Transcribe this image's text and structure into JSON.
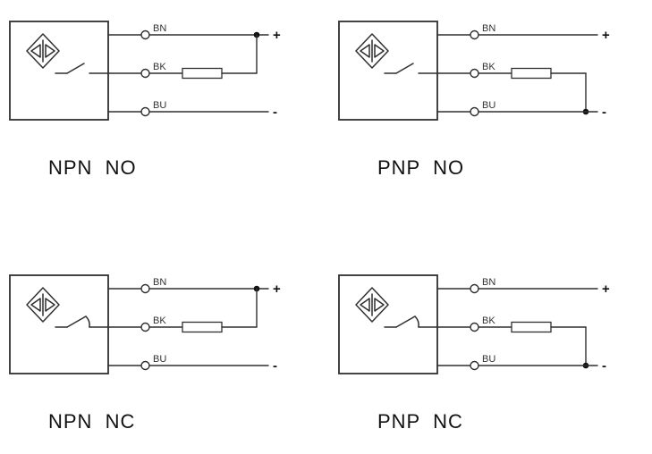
{
  "diagrams": [
    {
      "title": "NPN  NO",
      "wire_top": "BN",
      "wire_mid": "BK",
      "wire_bottom": "BU",
      "positive": "+",
      "negative": "-"
    },
    {
      "title": "PNP  NO",
      "wire_top": "BN",
      "wire_mid": "BK",
      "wire_bottom": "BU",
      "positive": "+",
      "negative": "-"
    },
    {
      "title": "NPN  NC",
      "wire_top": "BN",
      "wire_mid": "BK",
      "wire_bottom": "BU",
      "positive": "+",
      "negative": "-"
    },
    {
      "title": "PNP  NC",
      "wire_top": "BN",
      "wire_mid": "BK",
      "wire_bottom": "BU",
      "positive": "+",
      "negative": "-"
    }
  ]
}
